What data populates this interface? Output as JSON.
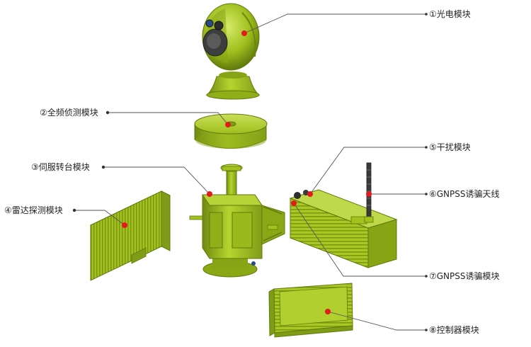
{
  "labels": {
    "l1": "①光电模块",
    "l2": "②全频侦测模块",
    "l3": "③伺服转台模块",
    "l4": "④雷达探测模块",
    "l5": "⑤干扰模块",
    "l6": "⑥GNPSS诱骗天线",
    "l7": "⑦GNPSS诱骗模块",
    "l8": "⑧控制器模块"
  },
  "colors": {
    "body": "#a7c81f",
    "body_dark": "#6f8a10",
    "body_light": "#cbe05a",
    "marker": "#e11c1c",
    "leader": "#555555"
  }
}
